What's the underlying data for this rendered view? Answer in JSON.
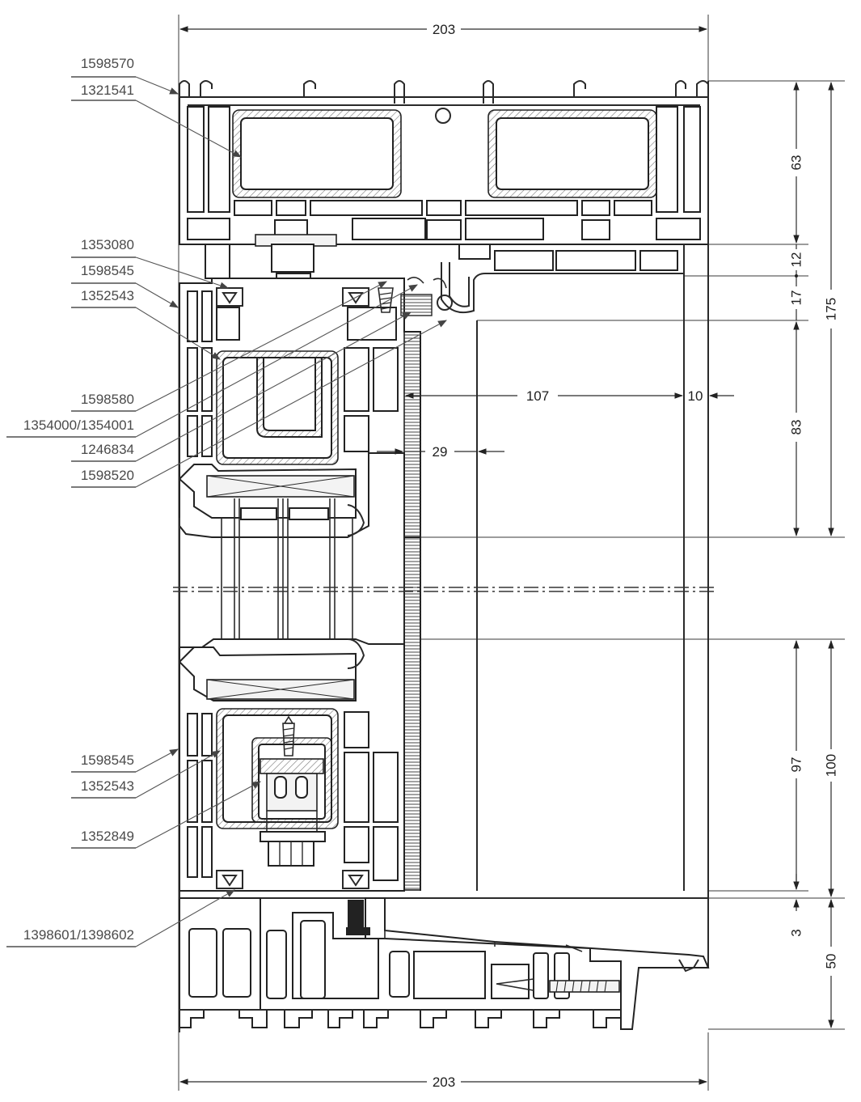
{
  "part_labels": [
    {
      "id": "p1",
      "text": "1598570"
    },
    {
      "id": "p2",
      "text": "1321541"
    },
    {
      "id": "p3",
      "text": "1353080"
    },
    {
      "id": "p4",
      "text": "1598545"
    },
    {
      "id": "p5",
      "text": "1352543"
    },
    {
      "id": "p6",
      "text": "1598580"
    },
    {
      "id": "p7",
      "text": "1354000/1354001"
    },
    {
      "id": "p8",
      "text": "1246834"
    },
    {
      "id": "p9",
      "text": "1598520"
    },
    {
      "id": "p10",
      "text": "1598545"
    },
    {
      "id": "p11",
      "text": "1352543"
    },
    {
      "id": "p12",
      "text": "1352849"
    },
    {
      "id": "p13",
      "text": "1398601/1398602"
    }
  ],
  "dimensions": {
    "width_top": "203",
    "width_bottom": "203",
    "d63": "63",
    "d12": "12",
    "d17": "17",
    "d175": "175",
    "d83": "83",
    "d107": "107",
    "d10": "10",
    "d29": "29",
    "d97": "97",
    "d100": "100",
    "d3": "3",
    "d50": "50"
  }
}
